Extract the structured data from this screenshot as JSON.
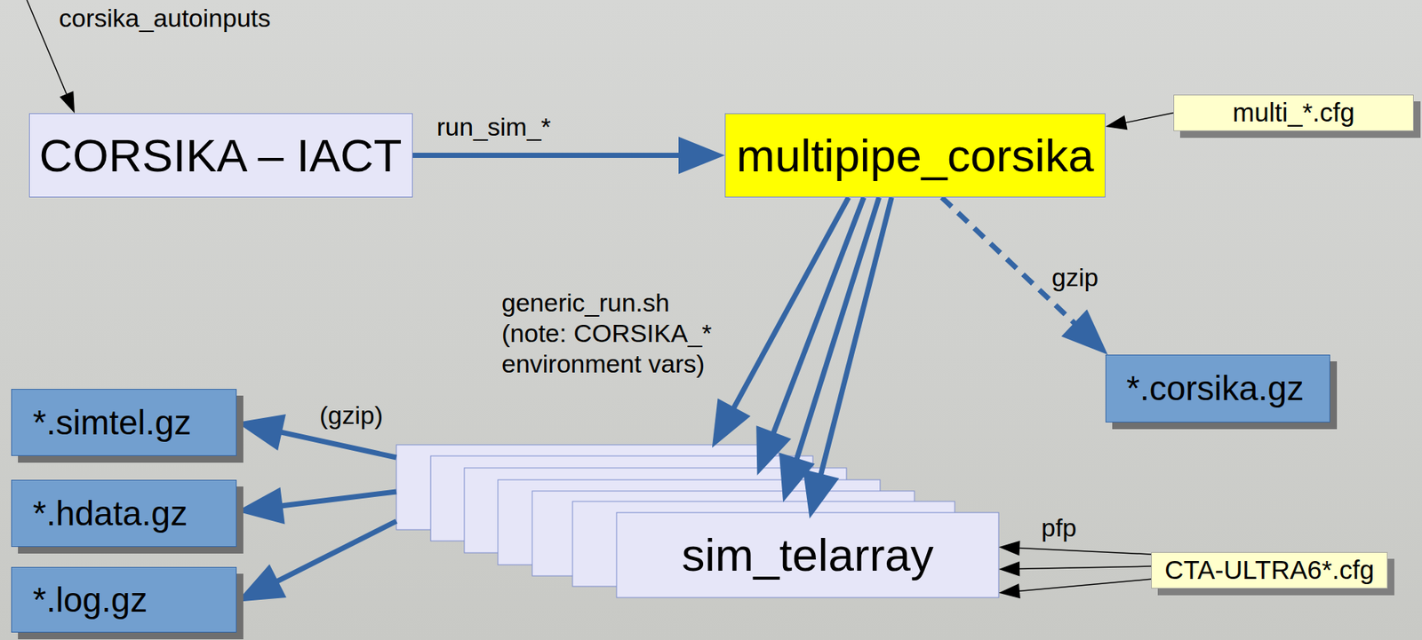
{
  "diagram": {
    "nodes": [
      {
        "text": [
          "CORSIKA – IACT"
        ]
      },
      {
        "text": [
          "multipipe_corsika"
        ]
      },
      {
        "text": [
          "multi_*.cfg"
        ]
      },
      {
        "text": [
          "*.corsika.gz"
        ]
      },
      {
        "text": [
          "*.simtel.gz"
        ]
      },
      {
        "text": [
          "*.hdata.gz"
        ]
      },
      {
        "text": [
          "*.log.gz"
        ]
      },
      {
        "text": [
          "sim_telarray"
        ]
      },
      {
        "text": [
          "CTA-ULTRA6*.cfg"
        ]
      }
    ],
    "edges": [
      {
        "from": 0,
        "to": 1,
        "arrow": "to",
        "label": "run_sim_*"
      },
      {
        "from": 2,
        "to": 1,
        "arrow": "to"
      },
      {
        "from": 1,
        "to": 3,
        "arrow": "to",
        "label": "gzip"
      },
      {
        "from": 1,
        "to": 7,
        "arrow": "to",
        "label": "generic_run.sh (note: CORSIKA_* environment vars)"
      },
      {
        "from": 7,
        "to": 4,
        "arrow": "to",
        "label": "(gzip)"
      },
      {
        "from": 7,
        "to": 5,
        "arrow": "to"
      },
      {
        "from": 7,
        "to": 6,
        "arrow": "to"
      },
      {
        "from": 8,
        "to": 7,
        "arrow": "to",
        "label": "pfp"
      }
    ],
    "labels": [
      "corsika_autoinputs"
    ]
  }
}
